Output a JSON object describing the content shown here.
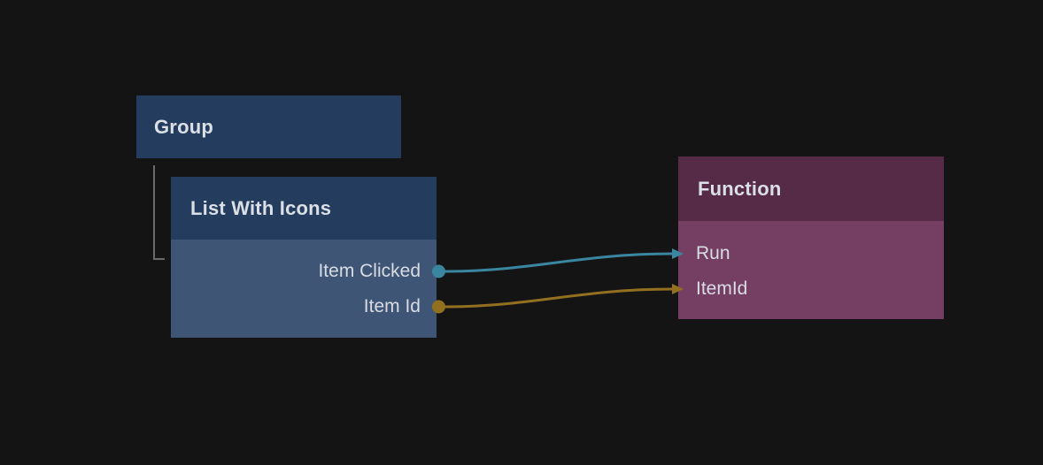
{
  "canvas": {
    "background": "#141414"
  },
  "nodes": {
    "group": {
      "title": "Group",
      "header_color": "#243d5e"
    },
    "list_with_icons": {
      "title": "List With Icons",
      "header_color": "#243d5e",
      "body_color": "#3e5575",
      "outputs": [
        {
          "label": "Item Clicked",
          "color": "#3a86a0"
        },
        {
          "label": "Item Id",
          "color": "#93701f"
        }
      ]
    },
    "function": {
      "title": "Function",
      "header_color": "#552b48",
      "body_color": "#753e63",
      "inputs": [
        {
          "label": "Run",
          "color": "#3a86a0"
        },
        {
          "label": "ItemId",
          "color": "#93701f"
        }
      ]
    }
  },
  "edges": [
    {
      "from": "Item Clicked",
      "to": "Run",
      "color": "#3a86a0"
    },
    {
      "from": "Item Id",
      "to": "ItemId",
      "color": "#93701f"
    }
  ],
  "hierarchy": {
    "parent": "Group",
    "child": "List With Icons",
    "connector_color": "#6a6a6a"
  }
}
